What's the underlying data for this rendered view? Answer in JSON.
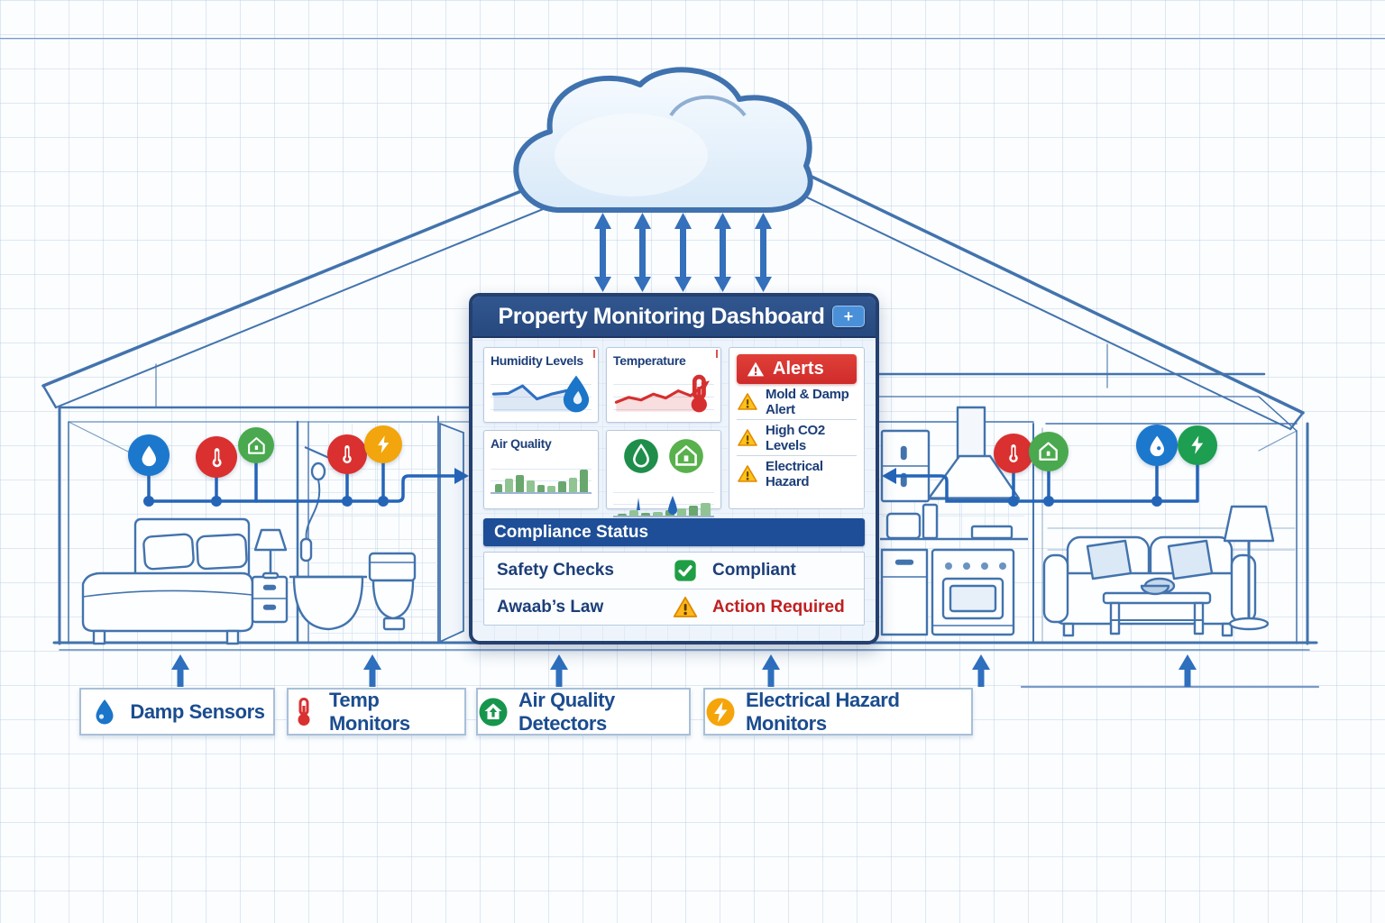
{
  "dashboard": {
    "title": "Property Monitoring Dashboard",
    "add_button": "+",
    "cards": {
      "humidity": {
        "title": "Humidity Levels"
      },
      "temperature": {
        "title": "Temperature"
      },
      "air_quality": {
        "title": "Air Quality"
      }
    },
    "alerts": {
      "title": "Alerts",
      "items": [
        "Mold & Damp Alert",
        "High CO2 Levels",
        "Electrical Hazard"
      ]
    },
    "compliance": {
      "title": "Compliance Status",
      "rows": [
        {
          "label": "Safety Checks",
          "status": "Compliant",
          "state": "ok"
        },
        {
          "label": "Awaab’s Law",
          "status": "Action Required",
          "state": "warning"
        }
      ]
    }
  },
  "legend": {
    "items": [
      {
        "label": "Damp Sensors",
        "icon": "droplet-icon"
      },
      {
        "label": "Temp Monitors",
        "icon": "thermometer-icon"
      },
      {
        "label": "Air Quality Detectors",
        "icon": "air-quality-house-icon"
      },
      {
        "label": "Electrical Hazard Monitors",
        "icon": "lightning-icon"
      }
    ]
  },
  "sensors": {
    "bedroom": [
      "damp",
      "temperature",
      "air-quality"
    ],
    "bathroom": [
      "temperature",
      "electrical"
    ],
    "kitchen": [
      "temperature",
      "air-quality"
    ],
    "living_room": [
      "damp",
      "electrical"
    ]
  },
  "colors": {
    "blueprint": "#4273ad",
    "accent_blue": "#2565b8",
    "navy_text": "#1b3f7c",
    "alert_red": "#d8332f",
    "ok_green": "#1f9e46",
    "warn_amber": "#f5a50a",
    "header_blue": "#2b4f8c"
  },
  "chart_data": [
    {
      "type": "line",
      "title": "Humidity Levels",
      "values": [
        5,
        5.2,
        7.5,
        3.5,
        5,
        6,
        6.8
      ],
      "color": "#2f6fc0",
      "fill": "rgba(47,111,192,0.16)",
      "ylim": [
        0,
        10
      ],
      "grid": true
    },
    {
      "type": "line",
      "title": "Temperature",
      "values": [
        2.5,
        4,
        3.2,
        5,
        3.8,
        6,
        4.5,
        7.5
      ],
      "color": "#d62f2f",
      "fill": "rgba(214,47,47,0.16)",
      "ylim": [
        0,
        10
      ],
      "grid": true,
      "trend": "rising-arrow"
    },
    {
      "type": "bar",
      "title": "Air Quality",
      "values": [
        2.5,
        4,
        5,
        3.5,
        2.2,
        1.8,
        3.2,
        4.2,
        6.5
      ],
      "color": "#5d9e63",
      "ylim": [
        0,
        10
      ],
      "grid": true
    },
    {
      "type": "bar",
      "title": "Air Quality trend",
      "values": [
        0.6,
        1.6,
        0.9,
        1.1,
        1.6,
        2.2,
        2.8,
        3.8
      ],
      "color": "#4a9e4a",
      "ylim": [
        0,
        10
      ],
      "grid": true,
      "markers": "blue-spikes"
    }
  ]
}
